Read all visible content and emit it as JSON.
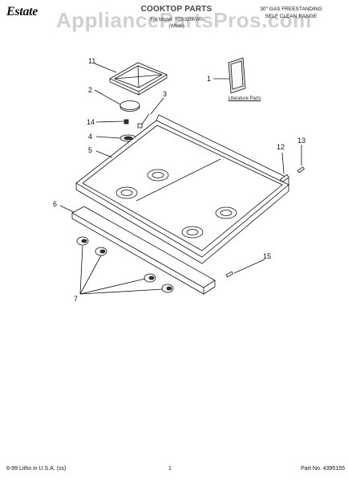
{
  "header": {
    "brand": "Estate",
    "title": "COOKTOP PARTS",
    "for_model": "For Model: TGS325KW0",
    "color": "(White)",
    "range_line1": "30\" GAS FREESTANDING",
    "range_line2": "SELF CLEAN RANGE"
  },
  "watermark": "AppliancePartsPros.com",
  "literature_label": "Literature Parts",
  "callouts": [
    "11",
    "2",
    "3",
    "14",
    "4",
    "5",
    "1",
    "12",
    "13",
    "6",
    "15",
    "7"
  ],
  "footer": {
    "left": "6-99 Litho in U.S.A. (ss)",
    "page": "1",
    "part_no": "Part No. 4395155"
  }
}
